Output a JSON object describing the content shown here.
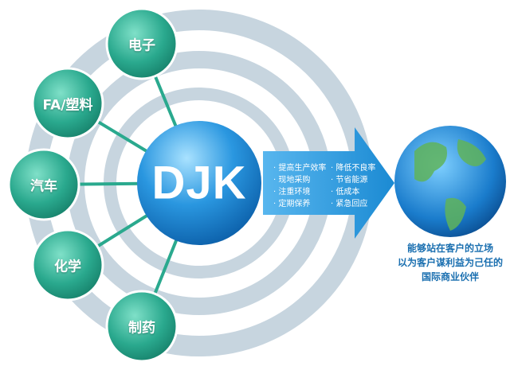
{
  "center": {
    "logo": "DJK"
  },
  "industries": [
    "电子",
    "FA/塑料",
    "汽车",
    "化学",
    "制药"
  ],
  "benefits_left": [
    "提高生产效率",
    "现地采购",
    "注重环境",
    "定期保养"
  ],
  "benefits_right": [
    "降低不良率",
    "节省能源",
    "低成本",
    "紧急回应"
  ],
  "tagline": [
    "能够站在客户的立场",
    "以为客户谋利益为己任的",
    "国际商业伙伴"
  ],
  "colors": {
    "ring": "#c7d5df",
    "node": "#2aa98e",
    "center": "#1f8fd8",
    "arrow": "#1b8ad3",
    "text": "#1a6fb0"
  }
}
